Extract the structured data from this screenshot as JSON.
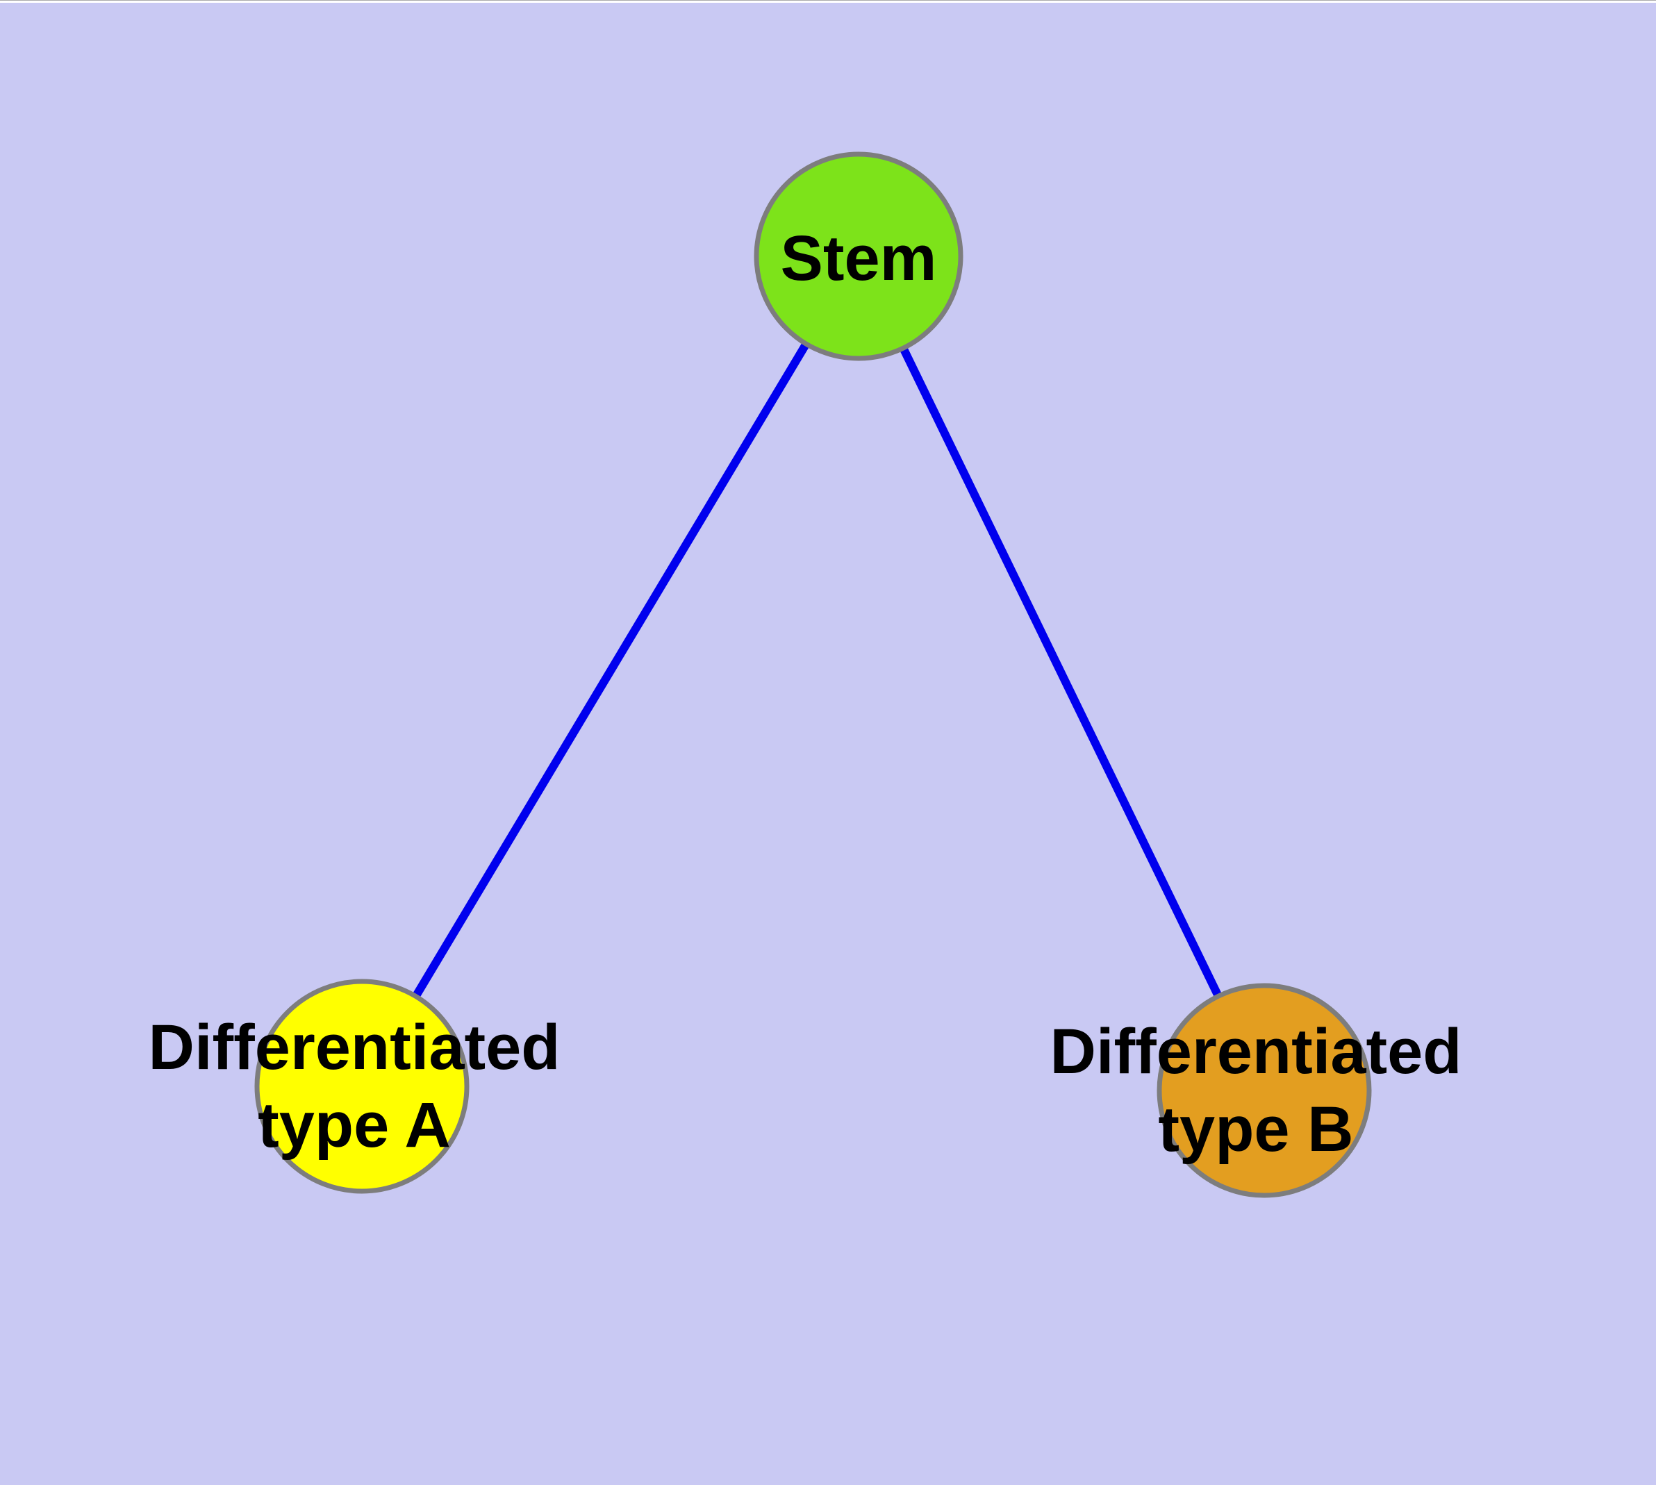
{
  "diagram": {
    "kind": "node-link-graph",
    "nodes": [
      {
        "id": "stem",
        "label": "Stem",
        "shape": "circle",
        "fill": "#7DE31A"
      },
      {
        "id": "type_a",
        "label": "Differentiated type A",
        "label_lines": [
          "Differentiated",
          "type A"
        ],
        "shape": "circle",
        "fill": "#FFFF00"
      },
      {
        "id": "type_b",
        "label": "Differentiated type B",
        "label_lines": [
          "Differentiated",
          "type B"
        ],
        "shape": "circle",
        "fill": "#E39E20"
      }
    ],
    "edges": [
      {
        "from": "stem",
        "to": "type_a"
      },
      {
        "from": "stem",
        "to": "type_b"
      }
    ]
  },
  "colors": {
    "background": "#C9C9F3",
    "edge": "#0000EE",
    "node_border": "#7D7D7D",
    "label": "#000000",
    "stem_fill": "#7DE31A",
    "type_a_fill": "#FFFF00",
    "type_b_fill": "#E39E20"
  }
}
